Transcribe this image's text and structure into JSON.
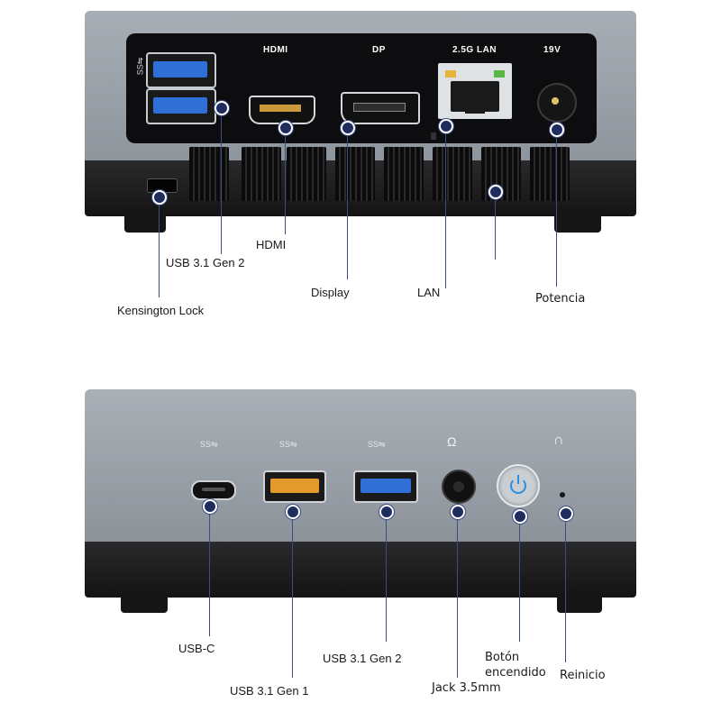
{
  "rear": {
    "port_labels": {
      "hdmi": "HDMI",
      "dp": "DP",
      "lan": "2.5G LAN",
      "power": "19V"
    },
    "callouts": {
      "usb": "USB 3.1 Gen 2",
      "hdmi": "HDMI",
      "display": "Display",
      "lan": "LAN",
      "kensington": "Kensington Lock",
      "power": "Potencia"
    }
  },
  "front": {
    "callouts": {
      "usbc": "USB-C",
      "usb_gen1": "USB 3.1 Gen 1",
      "usb_gen2": "USB 3.1 Gen 2",
      "jack": "Jack 3.5mm",
      "power_button_line1": "Botón",
      "power_button_line2": "encendido",
      "reset": "Reinicio"
    }
  },
  "colors": {
    "chassis_silver": "#9ba2a9",
    "chassis_dark": "#1c1c1e",
    "usb3_blue": "#2f6fd6",
    "usb_orange": "#e39a2a",
    "callout_line": "#3b4f86",
    "power_button_blue": "#2a8fe0"
  }
}
